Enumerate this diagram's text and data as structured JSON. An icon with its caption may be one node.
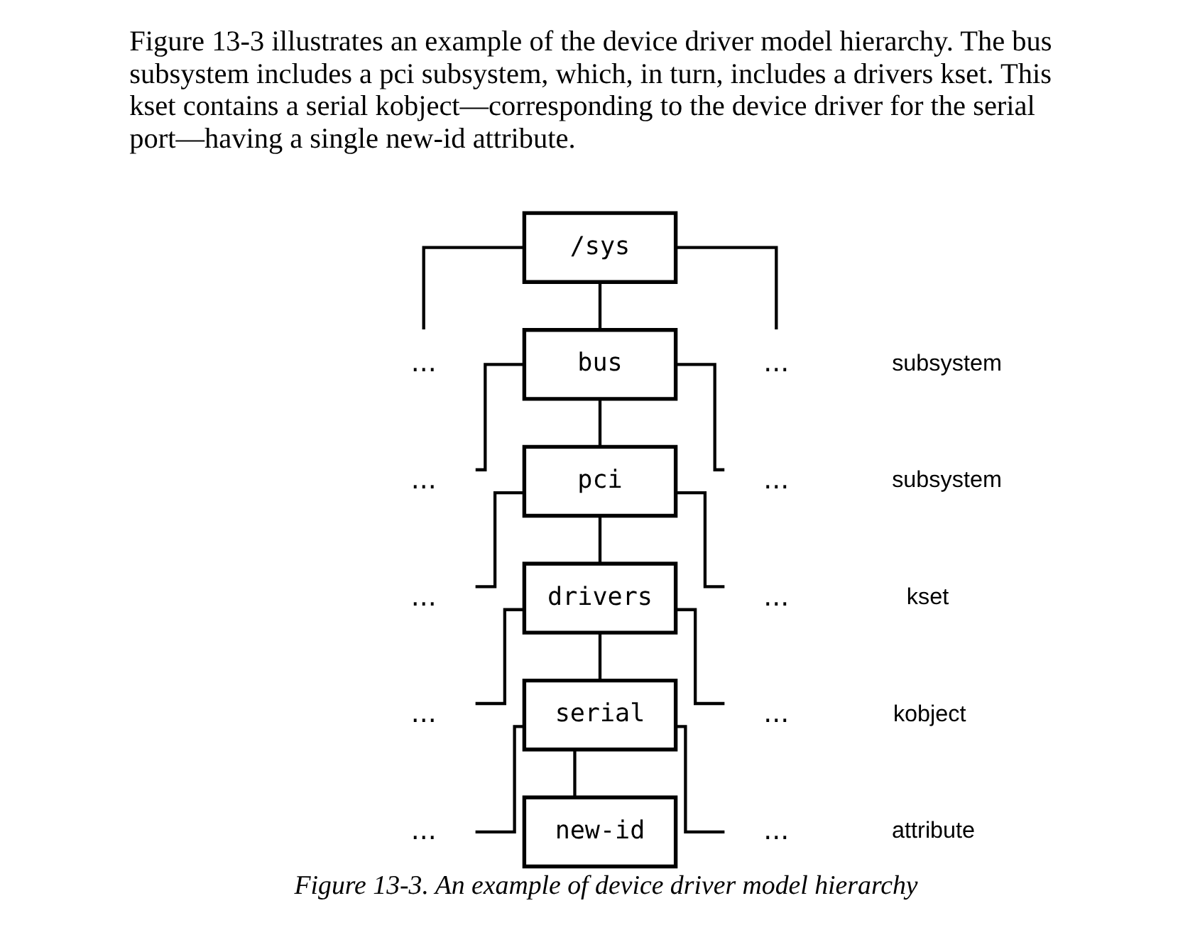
{
  "diagram": {
    "caption": "Figure 13-3. An example of device driver model hierarchy",
    "nodes": [
      {
        "text": [
          "/sys"
        ]
      },
      {
        "text": [
          "..."
        ]
      },
      {
        "text": [
          "..."
        ]
      },
      {
        "text": [
          "bus"
        ]
      },
      {
        "text": [
          "..."
        ]
      },
      {
        "text": [
          "..."
        ]
      },
      {
        "text": [
          "pci"
        ]
      },
      {
        "text": [
          "..."
        ]
      },
      {
        "text": [
          "..."
        ]
      },
      {
        "text": [
          "drivers"
        ]
      },
      {
        "text": [
          "..."
        ]
      },
      {
        "text": [
          "..."
        ]
      },
      {
        "text": [
          "serial"
        ]
      },
      {
        "text": [
          "..."
        ]
      },
      {
        "text": [
          "..."
        ]
      },
      {
        "text": [
          "new-id"
        ]
      }
    ],
    "edges": [
      {
        "from": 0,
        "to": 1,
        "arrow": "none"
      },
      {
        "from": 0,
        "to": 3,
        "arrow": "none"
      },
      {
        "from": 0,
        "to": 2,
        "arrow": "none"
      },
      {
        "from": 3,
        "to": 4,
        "arrow": "none"
      },
      {
        "from": 3,
        "to": 6,
        "arrow": "none"
      },
      {
        "from": 3,
        "to": 5,
        "arrow": "none"
      },
      {
        "from": 6,
        "to": 7,
        "arrow": "none"
      },
      {
        "from": 6,
        "to": 9,
        "arrow": "none"
      },
      {
        "from": 6,
        "to": 8,
        "arrow": "none"
      },
      {
        "from": 9,
        "to": 10,
        "arrow": "none"
      },
      {
        "from": 9,
        "to": 12,
        "arrow": "none"
      },
      {
        "from": 9,
        "to": 11,
        "arrow": "none"
      },
      {
        "from": 12,
        "to": 13,
        "arrow": "none"
      },
      {
        "from": 12,
        "to": 15,
        "arrow": "none"
      },
      {
        "from": 12,
        "to": 14,
        "arrow": "none"
      }
    ],
    "labels": [
      "Figure 13-3 illustrates an example of the device driver model hierarchy. The bus subsystem includes a pci subsystem, which, in turn, includes a drivers kset. This kset contains a serial kobject—corresponding to the device driver for the serial port—having a single new-id attribute.",
      "subsystem",
      "subsystem",
      "kset",
      "kobject",
      "attribute"
    ]
  }
}
